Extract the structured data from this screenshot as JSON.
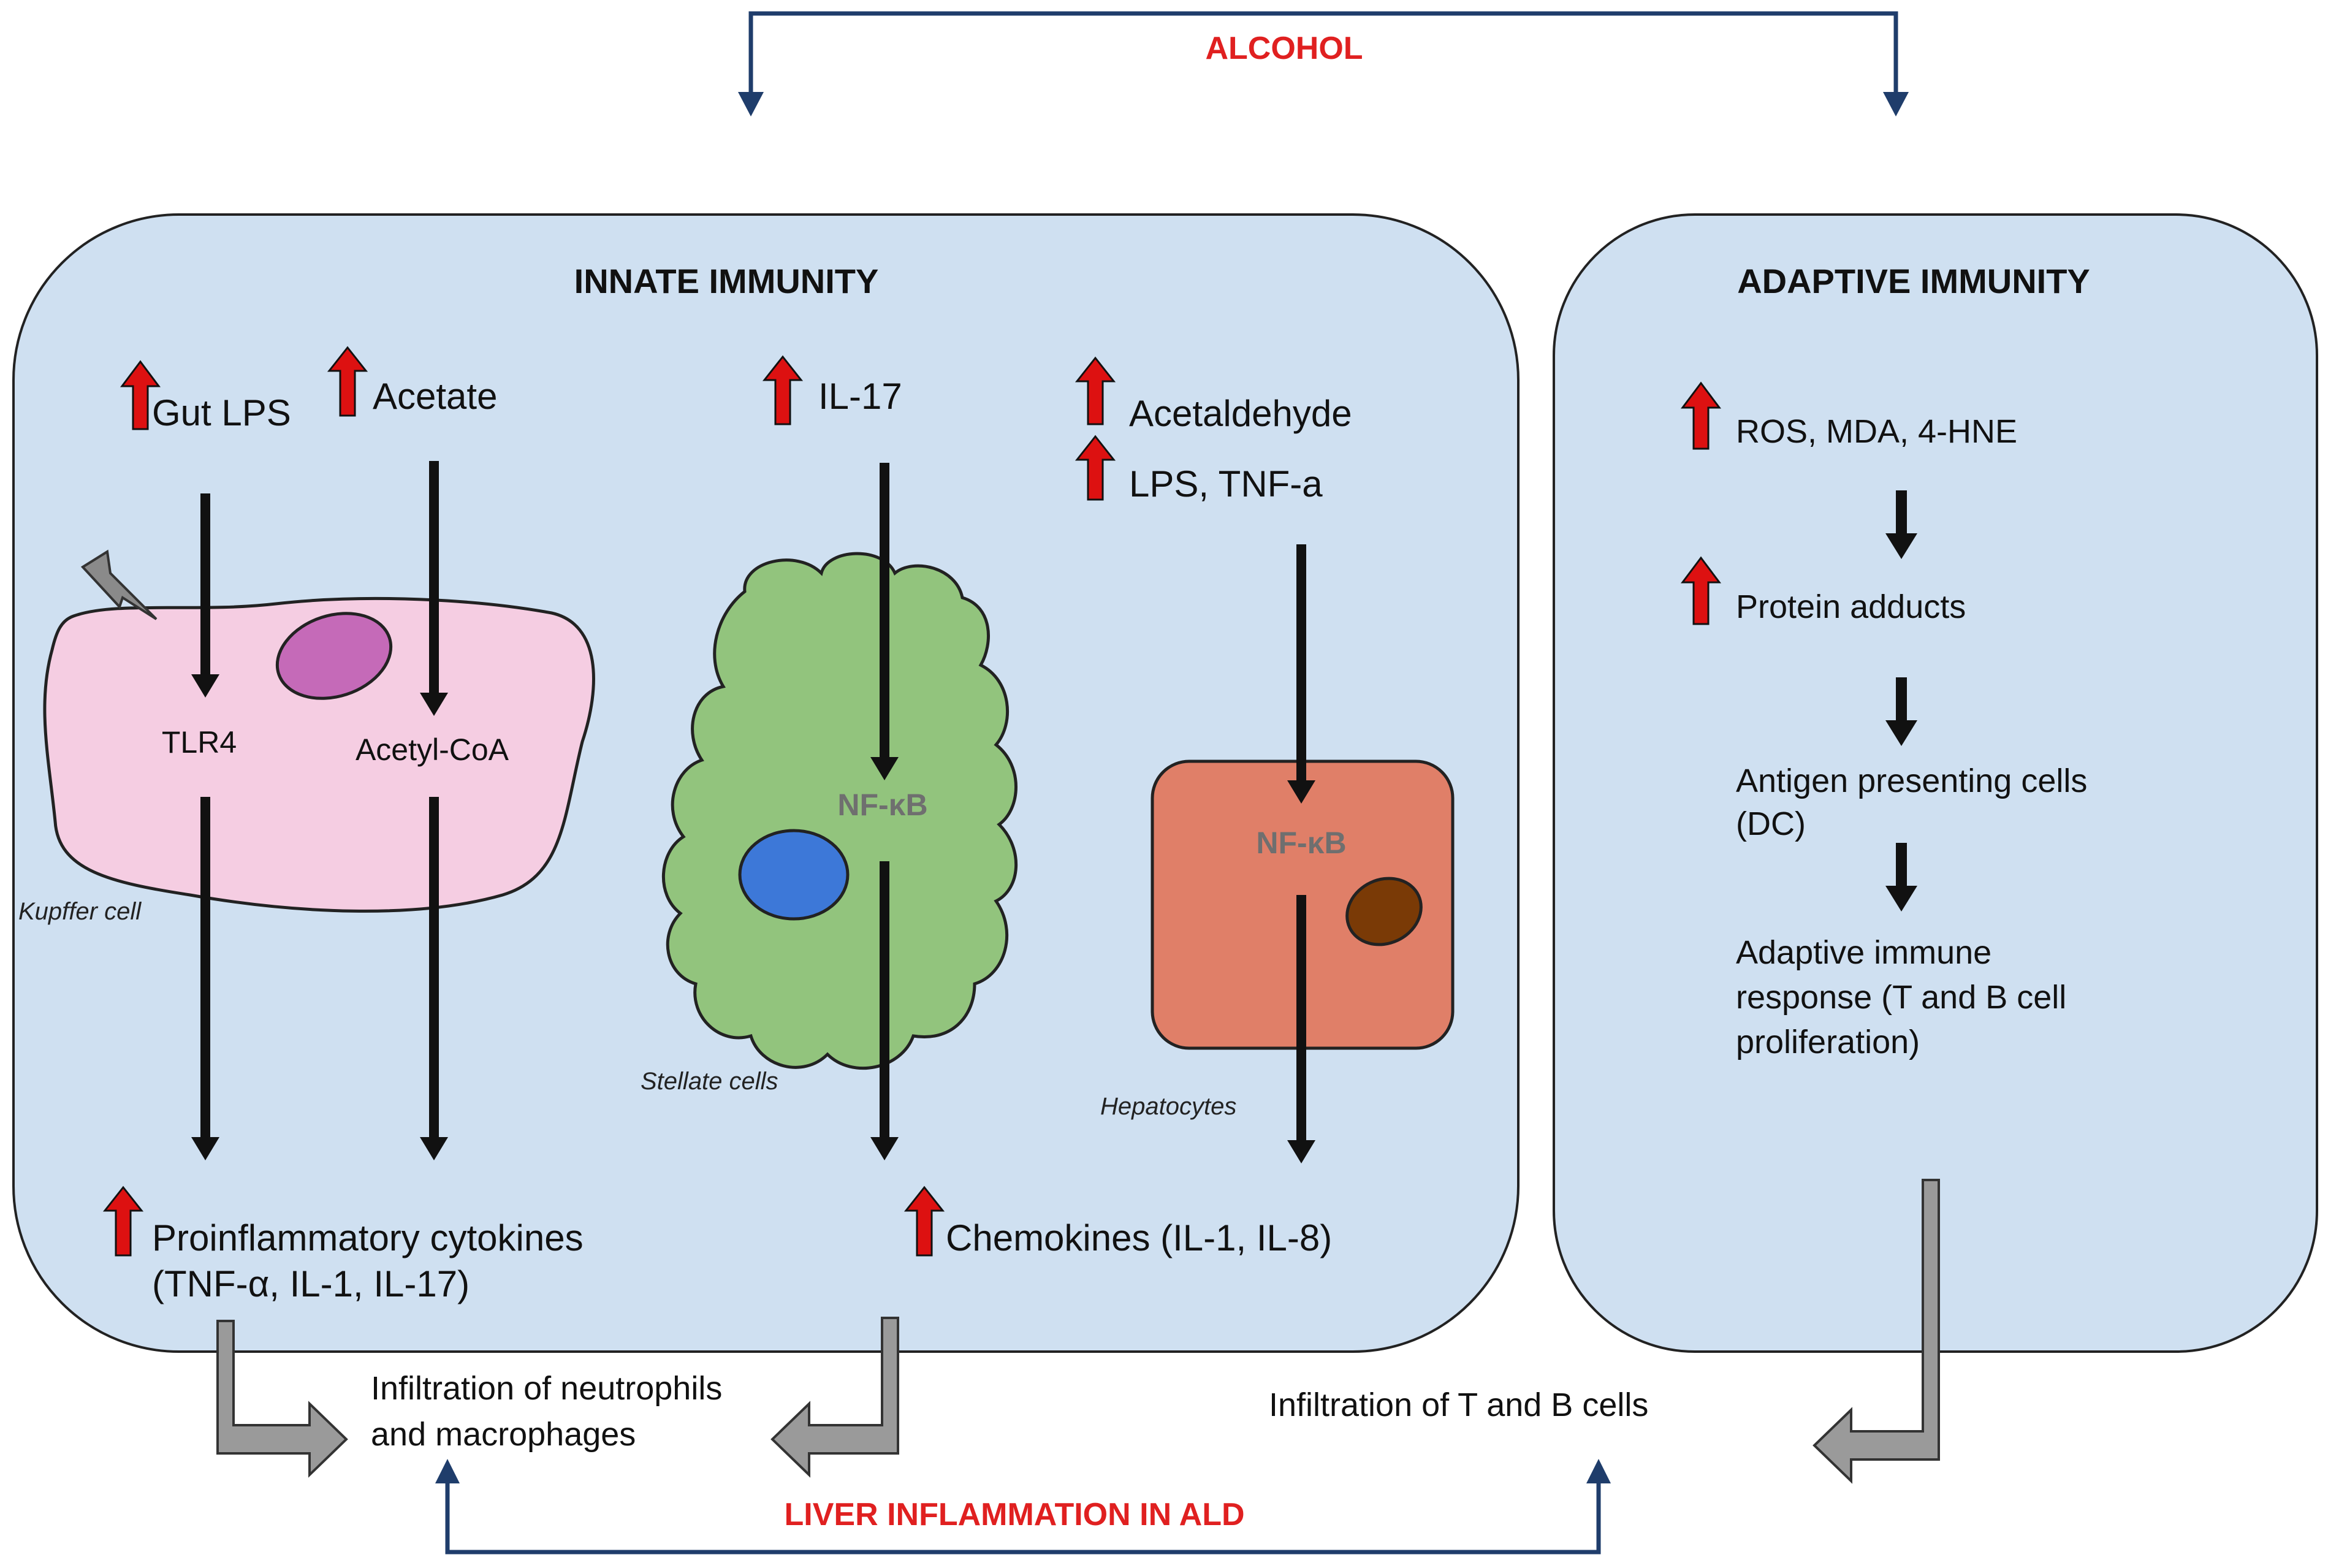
{
  "top_label": "ALCOHOL",
  "bottom_label": "LIVER INFLAMMATION IN ALD",
  "innate": {
    "title": "INNATE IMMUNITY",
    "gut_lps": "Gut LPS",
    "acetate": "Acetate",
    "il17": "IL-17",
    "acetaldehyde": "Acetaldehyde",
    "lps_tnf": "LPS, TNF-a",
    "tlr4": "TLR4",
    "acetyl_coa": "Acetyl-CoA",
    "kupffer": "Kupffer cell",
    "stellate": "Stellate cells",
    "hepatocytes": "Hepatocytes",
    "nfkb_stellate": "NF-κB",
    "nfkb_hepatocyte": "NF-κB",
    "cytokines_line1": "Proinflammatory cytokines",
    "cytokines_line2": "(TNF-α, IL-1, IL-17)",
    "chemokines": "Chemokines (IL-1, IL-8)"
  },
  "adaptive": {
    "title": "ADAPTIVE IMMUNITY",
    "ros": "ROS, MDA, 4-HNE",
    "protein": "Protein adducts",
    "apc_line1": "Antigen presenting cells",
    "apc_line2": "(DC)",
    "response_line1": "Adaptive immune",
    "response_line2": "response (T and B cell",
    "response_line3": "proliferation)"
  },
  "outcomes": {
    "neutrophils_line1": "Infiltration of neutrophils",
    "neutrophils_line2": "and macrophages",
    "tb_cells": "Infiltration of T and B cells"
  },
  "colors": {
    "panel_fill": "#cfe0f1",
    "alcohol_red": "#e02020",
    "up_arrow_red": "#dd1111",
    "navy_line": "#1f3d6b",
    "kupffer_fill": "#f5cde2",
    "kupffer_nucleus": "#c56ab8",
    "stellate_fill": "#92c47d",
    "stellate_nucleus": "#3d78d8",
    "hepatocyte_fill": "#e07f68",
    "hepatocyte_nucleus": "#7a3a06",
    "grey_arrow": "#9a9a9a"
  }
}
